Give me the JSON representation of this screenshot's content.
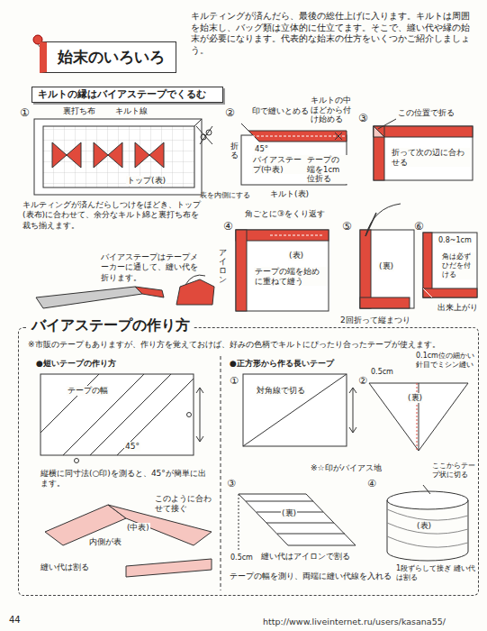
{
  "diagram": {
    "nodes": [
      {
        "text": [
          "始末のいろいろ"
        ]
      },
      {
        "text": [
          "キルトの縁はバイアステープでくるむ"
        ]
      },
      {
        "text": [
          "バイアステープの作り方",
          "※市販のテープもありますが、作り方を覚えておけば、好みの色柄でキルトにぴったり合ったテープが使えます。"
        ]
      }
    ],
    "labels": [
      "キルティングが済んだら、最後の総仕上げに入ります。キルトは周囲を始末し、バッグ類は立体的に仕立てます。そこで、縫い代や縁の始末が必要になります。代表的な始末の仕方をいくつかご紹介しましょう。",
      "①",
      "裏打ち布",
      "キルト線",
      "トップ(表)",
      "キルティングが済んだらしつけをほどき、トップ(表布)に合わせて、余分なキルト綿と裏打ち布を裁ち揃えます。",
      "バイアステープはテープメーカーに通して、縫い代を折ります。",
      "アイロン",
      "②",
      "印で縫いとめる",
      "キルトの中ほどから付け始める",
      "45°",
      "折る",
      "バイアステープ(中表)",
      "テープの端を1cm位折る",
      "表を内側にする",
      "キルト(表)",
      "③",
      "この位置で折る",
      "折って次の辺に合わせる",
      "④",
      "角ごとに③をくり返す",
      "テープの端を始めに重ねて縫う",
      "(表)",
      "⑤",
      "(裏)",
      "2回折って縦まつり",
      "⑥",
      "0.8~1cm",
      "角は必ずひだを付ける",
      "出来上がり",
      "●短いテープの作り方",
      "テープの幅",
      "45°",
      "縦横に同寸法(○印)を測ると、45°が簡単に出ます。",
      "このように合わせて接ぐ",
      "(中表)",
      "内側が表",
      "縫い代は割る",
      "●正方形から作る長いテープ",
      "①",
      "対角線で切る",
      "②",
      "0.5cm",
      "0.1cm位の細かい針目でミシン縫い",
      "(裏)",
      "※☆印がバイアス地",
      "③",
      "(裏)",
      "0.5cm",
      "縫い代はアイロンで割る",
      "テープの幅を測り、両端に縫い代線を入れる",
      "④",
      "(表)",
      "ここからテープ状に切る",
      "1段ずらして接ぎ 縫い代は割る",
      "44",
      "http://www.liveinternet.ru/users/kasana55/"
    ]
  }
}
